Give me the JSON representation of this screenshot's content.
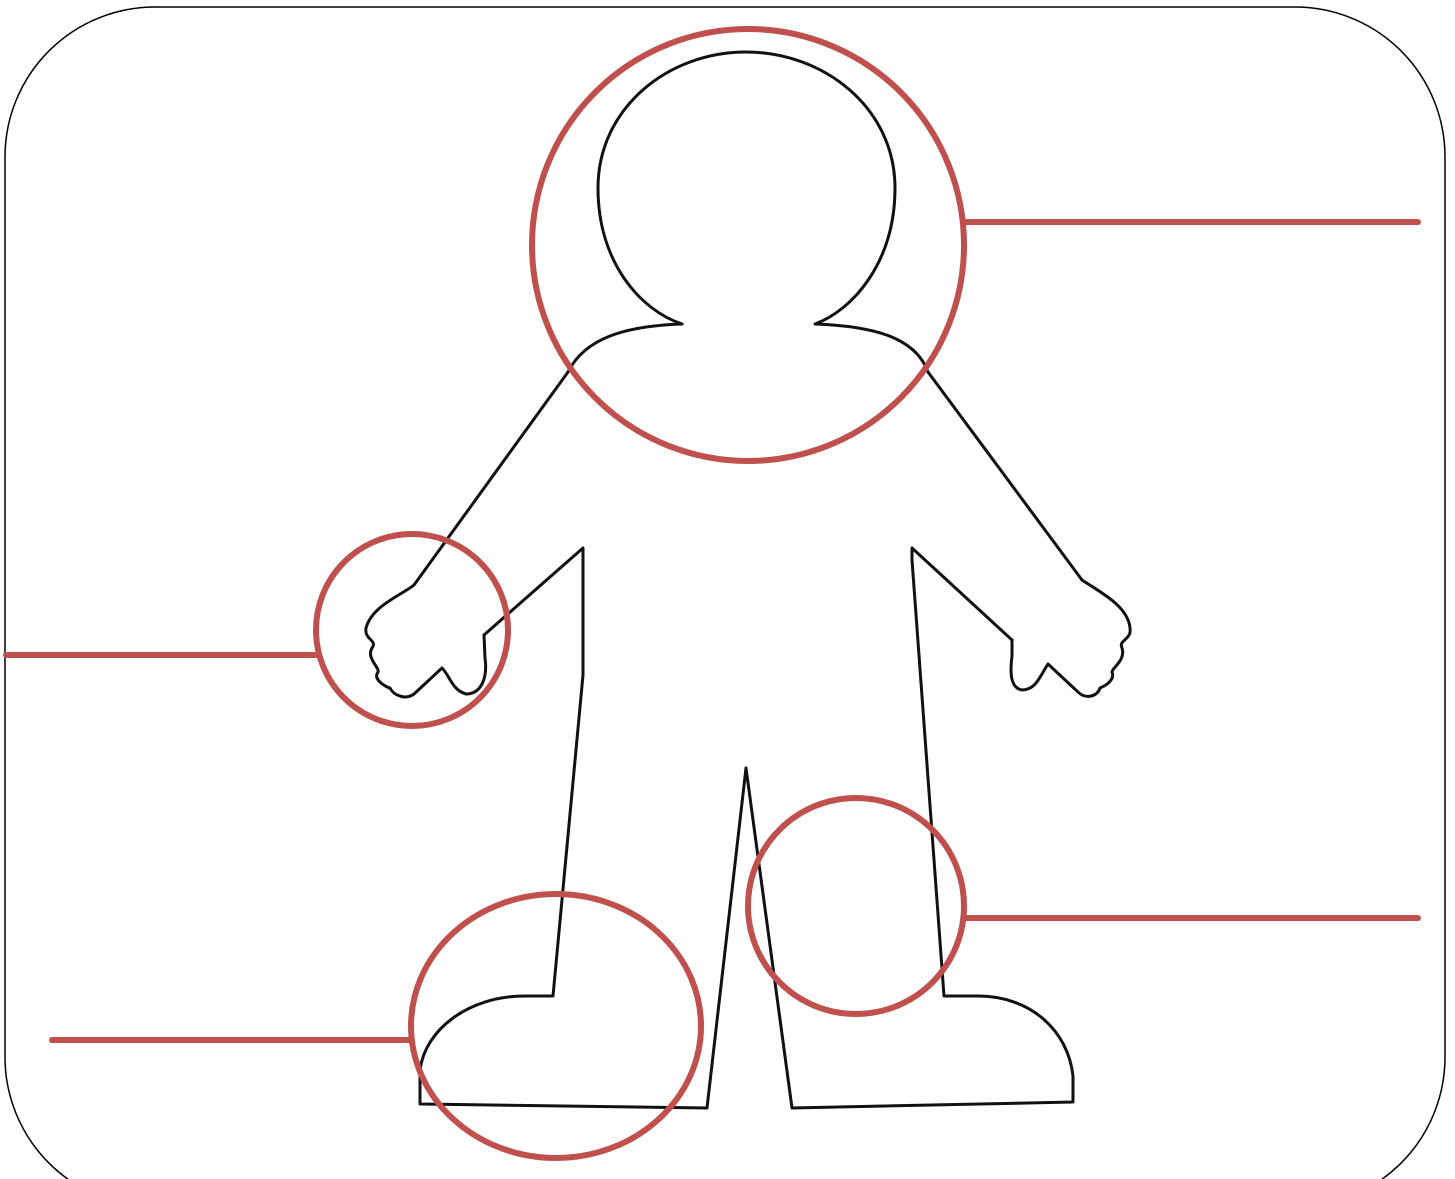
{
  "diagram": {
    "colors": {
      "background": "#ffffff",
      "frame_stroke": "#000000",
      "outline_stroke": "#111111",
      "marker": "#c0504d"
    },
    "figure": {
      "icon": "person-outline-icon"
    },
    "markers": [
      {
        "name": "head-marker",
        "target": "head",
        "leader_side": "right"
      },
      {
        "name": "hand-marker",
        "target": "hand",
        "leader_side": "left"
      },
      {
        "name": "knee-marker",
        "target": "knee",
        "leader_side": "right"
      },
      {
        "name": "foot-marker",
        "target": "foot",
        "leader_side": "left"
      }
    ],
    "labels": []
  }
}
